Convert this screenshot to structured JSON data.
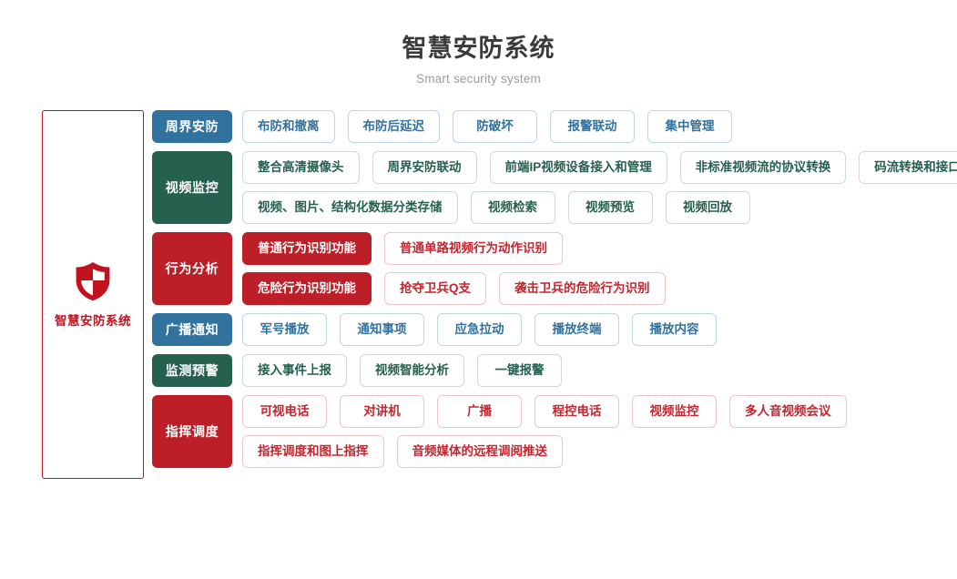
{
  "header": {
    "title": "智慧安防系统",
    "subtitle": "Smart security system"
  },
  "brand": {
    "icon": "shield-icon",
    "label": "智慧安防系统",
    "color": "#c3121f"
  },
  "colors": {
    "blue": "#31729f",
    "green": "#26604f",
    "red": "#bc1f28",
    "title_text": "#3a3a3a",
    "subtitle_text": "#9b9b9b"
  },
  "rows": [
    {
      "category": "周界安防",
      "theme": "blue",
      "lines": [
        {
          "items": [
            {
              "label": "布防和撤离",
              "style": "outline"
            },
            {
              "label": "布防后延迟",
              "style": "outline"
            },
            {
              "label": "防破坏",
              "style": "outline"
            },
            {
              "label": "报警联动",
              "style": "outline"
            },
            {
              "label": "集中管理",
              "style": "outline"
            }
          ]
        }
      ]
    },
    {
      "category": "视频监控",
      "theme": "green",
      "lines": [
        {
          "items": [
            {
              "label": "整合高清摄像头",
              "style": "outline"
            },
            {
              "label": "周界安防联动",
              "style": "outline"
            },
            {
              "label": "前端IP视频设备接入和管理",
              "style": "outline"
            },
            {
              "label": "非标准视频流的协议转换",
              "style": "outline"
            },
            {
              "label": "码流转换和接口转换",
              "style": "outline"
            }
          ]
        },
        {
          "items": [
            {
              "label": "视频、图片、结构化数据分类存储",
              "style": "outline"
            },
            {
              "label": "视频检索",
              "style": "outline"
            },
            {
              "label": "视频预览",
              "style": "outline"
            },
            {
              "label": "视频回放",
              "style": "outline"
            }
          ]
        }
      ]
    },
    {
      "category": "行为分析",
      "theme": "red",
      "lines": [
        {
          "items": [
            {
              "label": "普通行为识别功能",
              "style": "solid"
            },
            {
              "label": "普通单路视频行为动作识别",
              "style": "outline"
            }
          ]
        },
        {
          "items": [
            {
              "label": "危险行为识别功能",
              "style": "solid"
            },
            {
              "label": "抢夺卫兵Q支",
              "style": "outline"
            },
            {
              "label": "袭击卫兵的危险行为识别",
              "style": "outline"
            }
          ]
        }
      ]
    },
    {
      "category": "广播通知",
      "theme": "blue",
      "lines": [
        {
          "items": [
            {
              "label": "军号播放",
              "style": "outline"
            },
            {
              "label": "通知事项",
              "style": "outline"
            },
            {
              "label": "应急拉动",
              "style": "outline"
            },
            {
              "label": "播放终端",
              "style": "outline"
            },
            {
              "label": "播放内容",
              "style": "outline"
            }
          ]
        }
      ]
    },
    {
      "category": "监测预警",
      "theme": "green",
      "lines": [
        {
          "items": [
            {
              "label": "接入事件上报",
              "style": "outline"
            },
            {
              "label": "视频智能分析",
              "style": "outline"
            },
            {
              "label": "一键报警",
              "style": "outline"
            }
          ]
        }
      ]
    },
    {
      "category": "指挥调度",
      "theme": "red",
      "lines": [
        {
          "items": [
            {
              "label": "可视电话",
              "style": "outline"
            },
            {
              "label": "对讲机",
              "style": "outline"
            },
            {
              "label": "广播",
              "style": "outline"
            },
            {
              "label": "程控电话",
              "style": "outline"
            },
            {
              "label": "视频监控",
              "style": "outline"
            },
            {
              "label": "多人音视频会议",
              "style": "outline"
            }
          ]
        },
        {
          "items": [
            {
              "label": "指挥调度和图上指挥",
              "style": "outline"
            },
            {
              "label": "音频媒体的远程调阅推送",
              "style": "outline"
            }
          ]
        }
      ]
    }
  ]
}
